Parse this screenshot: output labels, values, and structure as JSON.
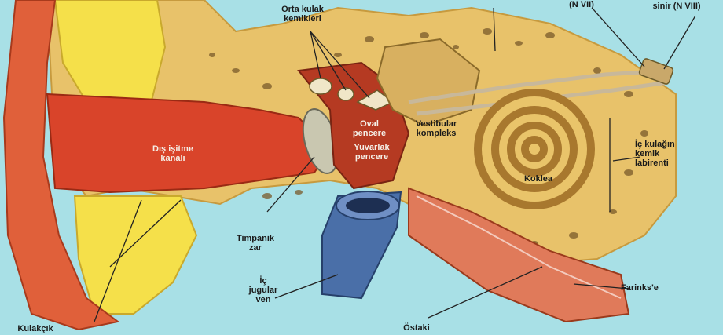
{
  "colors": {
    "background": "#a8e0e6",
    "bone": "#e8c26a",
    "bone_dark": "#c79a3e",
    "skin": "#e0603a",
    "canal": "#d9442a",
    "fat": "#f5e04a",
    "vein": "#4a6fa8",
    "leader": "#222222"
  },
  "labels": {
    "orta_kulak": "Orta kulak\nkemikleri",
    "sinir_partial": "sinir (N VIII)",
    "top_partial": "(N VII)",
    "dis_isitme": "Dış işitme\nkanalı",
    "oval_pencere": "Oval\npencere",
    "yuvarlak_pencere": "Yuvarlak\npencere",
    "vestibular": "Vestibular\nkompleks",
    "koklea": "Koklea",
    "ic_kulak": "İç kulağın\nkemik\nlabirenti",
    "timpanik": "Timpanik\nzar",
    "ic_jugular": "İç\njugular\nven",
    "farinks": "Farinks'e",
    "ostaki": "Östaki",
    "kulak_kepcesi": "Kulakçık"
  }
}
